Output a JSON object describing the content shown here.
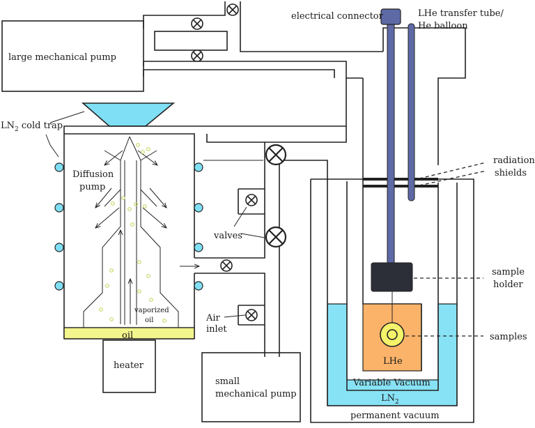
{
  "labels": {
    "large_pump": "large mechanical pump",
    "cold_trap": "LN",
    "cold_trap_sub": "2",
    "cold_trap_rest": " cold trap",
    "diffusion_1": "Diffusion",
    "diffusion_2": "pump",
    "vaporized_1": "vaporized",
    "vaporized_2": "oil",
    "oil": "oil",
    "heater": "heater",
    "valves": "valves",
    "air_inlet_1": "Air",
    "air_inlet_2": "inlet",
    "small_pump_1": "small",
    "small_pump_2": "mechanical pump",
    "electrical_connector": "electrical connector",
    "transfer_1": "LHe transfer tube/",
    "transfer_2": "He balloon",
    "radiation_1": "radiation",
    "radiation_2": "shields",
    "sample_holder_1": "sample",
    "sample_holder_2": "holder",
    "samples": "samples",
    "lhe": "LHe",
    "variable_vacuum": "Variable Vacuum",
    "ln2": "LN",
    "ln2_sub": "2",
    "permanent_vacuum": "permanent vacuum"
  },
  "colors": {
    "line": "#222222",
    "ln2_blue": "#88e2f5",
    "cold_trap_blue": "#7fdff4",
    "lhe_orange": "#fbb36a",
    "tube_blue": "#5e6aa6",
    "holder_dark": "#2c2f38",
    "oil_yellow": "#f3f58d",
    "droplet_green": "#c8d86a",
    "sample_yellow": "#f4f26a"
  },
  "icons": [
    "valve-icon",
    "circle-port-icon",
    "arrow-icon"
  ]
}
